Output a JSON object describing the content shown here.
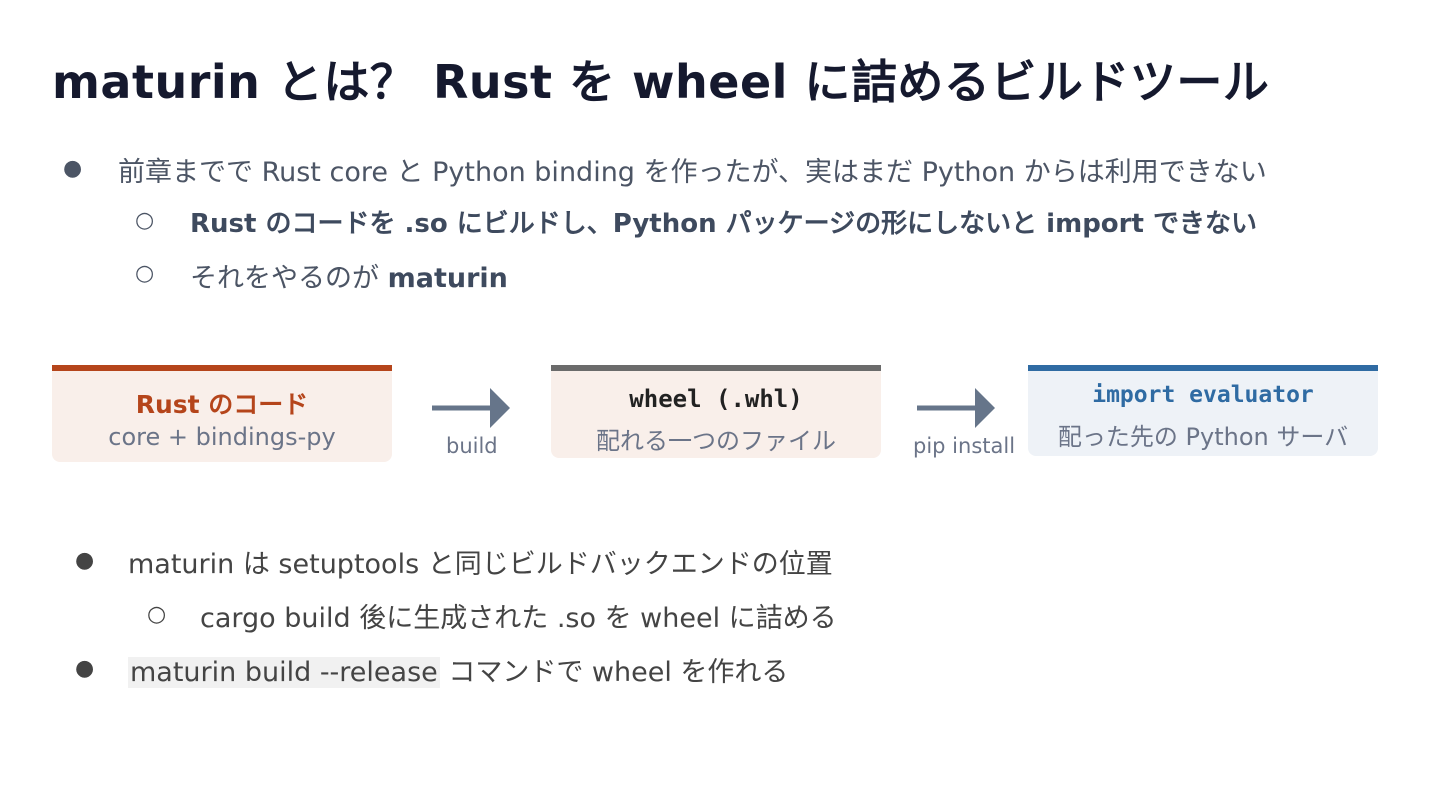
{
  "title": "maturin とは？ Rust を wheel に詰めるビルドツール",
  "top_list": {
    "item1": "前章までで Rust core と Python binding を作ったが、実はまだ Python からは利用できない",
    "sub1": "Rust のコードを .so にビルドし、Python パッケージの形にしないと import できない",
    "sub2_text": "それをやるのが ",
    "sub2_bold": "maturin"
  },
  "flow": {
    "box1": {
      "heading": "Rust のコード",
      "sub": "core + bindings-py",
      "accent": "#b5451b",
      "bg": "#f9efea"
    },
    "arrow1_label": "build",
    "box2": {
      "heading": "wheel (.whl)",
      "sub": "配れる一つのファイル",
      "accent": "#6b6b6b",
      "bg": "#f9efea"
    },
    "arrow2_label": "pip install",
    "box3": {
      "heading": "import evaluator",
      "sub": "配った先の Python サーバ",
      "accent": "#2f6ba3",
      "bg": "#eef2f7"
    },
    "arrow_color": "#66758a"
  },
  "bottom_list": {
    "item1": "maturin は setuptools と同じビルドバックエンドの位置",
    "sub1": "cargo build 後に生成された .so を wheel に詰める",
    "item2_code": "maturin build --release",
    "item2_text": " コマンドで wheel を作れる"
  }
}
